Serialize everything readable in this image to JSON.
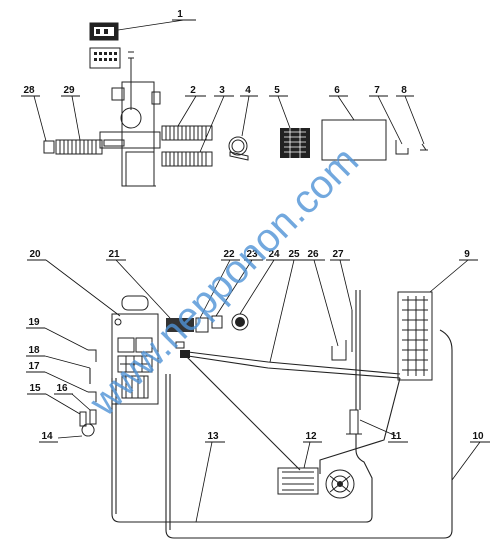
{
  "watermark": "www.nepponon.com",
  "callouts": [
    {
      "id": "1",
      "text": "1"
    },
    {
      "id": "2",
      "text": "2"
    },
    {
      "id": "3",
      "text": "3"
    },
    {
      "id": "4",
      "text": "4"
    },
    {
      "id": "5",
      "text": "5"
    },
    {
      "id": "6",
      "text": "6"
    },
    {
      "id": "7",
      "text": "7"
    },
    {
      "id": "8",
      "text": "8"
    },
    {
      "id": "9",
      "text": "9"
    },
    {
      "id": "10",
      "text": "10"
    },
    {
      "id": "11",
      "text": "11"
    },
    {
      "id": "12",
      "text": "12"
    },
    {
      "id": "13",
      "text": "13"
    },
    {
      "id": "14",
      "text": "14"
    },
    {
      "id": "15",
      "text": "15"
    },
    {
      "id": "16",
      "text": "16"
    },
    {
      "id": "17",
      "text": "17"
    },
    {
      "id": "18",
      "text": "18"
    },
    {
      "id": "19",
      "text": "19"
    },
    {
      "id": "20",
      "text": "20"
    },
    {
      "id": "21",
      "text": "21"
    },
    {
      "id": "22",
      "text": "22"
    },
    {
      "id": "23",
      "text": "23"
    },
    {
      "id": "24",
      "text": "24"
    },
    {
      "id": "25",
      "text": "25"
    },
    {
      "id": "26",
      "text": "26"
    },
    {
      "id": "27",
      "text": "27"
    },
    {
      "id": "28",
      "text": "28"
    },
    {
      "id": "29",
      "text": "29"
    }
  ]
}
